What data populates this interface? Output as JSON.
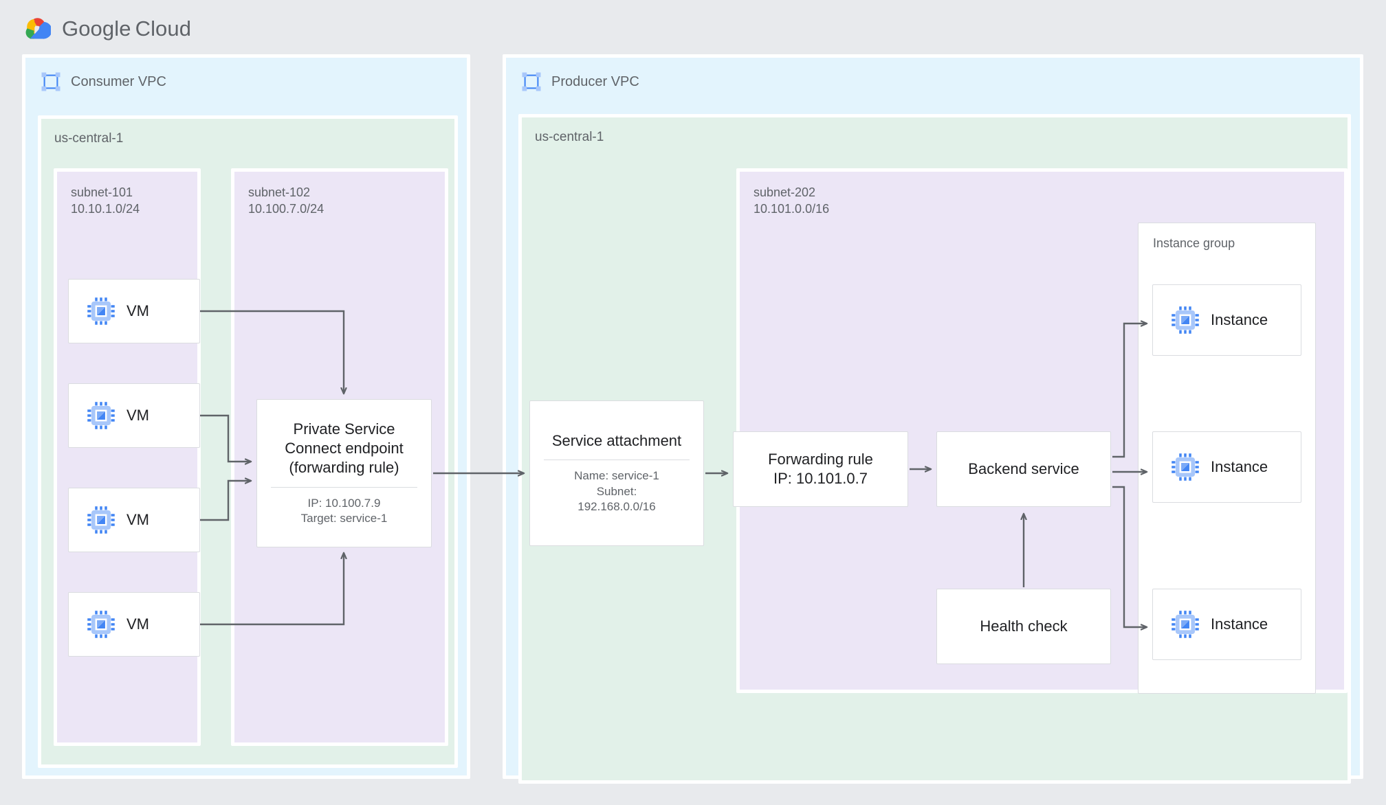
{
  "brand": {
    "name_part1": "Google",
    "name_part2": "Cloud",
    "logo_icon": "google-cloud-logo"
  },
  "colors": {
    "page_bg": "#e8eaed",
    "vpc_bg": "#e3f4fd",
    "region_bg": "#e2f1e9",
    "subnet_bg": "#ece6f6",
    "card_bg": "#ffffff",
    "border": "#dadce0",
    "text_primary": "#202124",
    "text_secondary": "#5f6368",
    "connector": "#5f6368",
    "icon_blue": "#4285f4",
    "icon_blue_light": "#a8c7fa",
    "logo_red": "#ea4335",
    "logo_yellow": "#fbbc05",
    "logo_green": "#34a853",
    "logo_blue": "#4285f4"
  },
  "consumer": {
    "vpc_title": "Consumer VPC",
    "vpc_icon": "vpc-network-icon",
    "region": "us-central-1",
    "subnets": [
      {
        "name": "subnet-101",
        "cidr": "10.10.1.0/24"
      },
      {
        "name": "subnet-102",
        "cidr": "10.100.7.0/24"
      }
    ],
    "vms": [
      {
        "label": "VM",
        "icon": "compute-instance-icon"
      },
      {
        "label": "VM",
        "icon": "compute-instance-icon"
      },
      {
        "label": "VM",
        "icon": "compute-instance-icon"
      },
      {
        "label": "VM",
        "icon": "compute-instance-icon"
      }
    ],
    "psc_endpoint": {
      "title_line1": "Private Service",
      "title_line2": "Connect endpoint",
      "title_line3": "(forwarding rule)",
      "detail_line1": "IP: 10.100.7.9",
      "detail_line2": "Target: service-1"
    }
  },
  "producer": {
    "vpc_title": "Producer VPC",
    "vpc_icon": "vpc-network-icon",
    "region": "us-central-1",
    "subnet": {
      "name": "subnet-202",
      "cidr": "10.101.0.0/16"
    },
    "service_attachment": {
      "title": "Service attachment",
      "detail_line1": "Name: service-1",
      "detail_line2": "Subnet:",
      "detail_line3": "192.168.0.0/16"
    },
    "forwarding_rule": {
      "title_line1": "Forwarding rule",
      "title_line2": "IP: 10.101.0.7"
    },
    "backend_service": {
      "title": "Backend service"
    },
    "health_check": {
      "title": "Health check"
    },
    "instance_group": {
      "label": "Instance group",
      "instances": [
        {
          "label": "Instance",
          "icon": "compute-instance-icon"
        },
        {
          "label": "Instance",
          "icon": "compute-instance-icon"
        },
        {
          "label": "Instance",
          "icon": "compute-instance-icon"
        }
      ]
    }
  }
}
